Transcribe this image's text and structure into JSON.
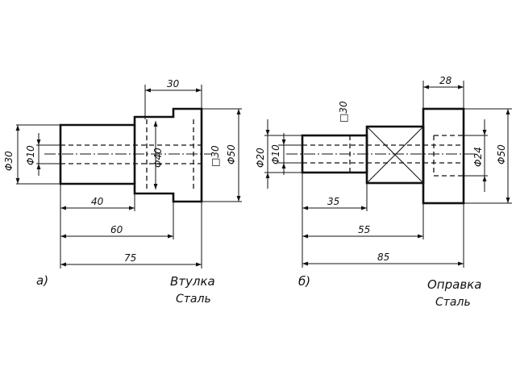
{
  "part_a": {
    "label": "а)",
    "name": "Втулка",
    "material": "Сталь",
    "dims": {
      "len_40": "40",
      "len_60": "60",
      "len_75": "75",
      "len_30": "30",
      "dia_30": "Φ30",
      "dia_10": "Φ10",
      "dia_40": "Φ40",
      "sq_30": "□30",
      "dia_50": "Φ50"
    }
  },
  "part_b": {
    "label": "б)",
    "name": "Оправка",
    "material": "Сталь",
    "dims": {
      "len_35": "35",
      "len_55": "55",
      "len_85": "85",
      "len_28": "28",
      "dia_20": "Φ20",
      "dia_10": "Φ10",
      "sq_30": "□30",
      "dia_24": "Φ24",
      "dia_50": "Φ50"
    }
  },
  "colors": {
    "ink": "#111111",
    "paper": "#ffffff"
  }
}
